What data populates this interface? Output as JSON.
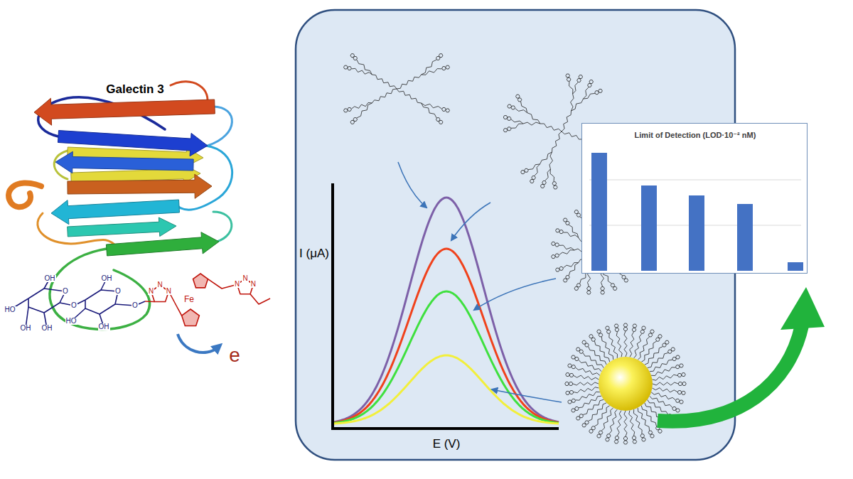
{
  "diagram": {
    "nodes": [
      {
        "text": [
          "I (μA)",
          "E (V)"
        ]
      },
      {
        "text": [
          "Limit of Detection (LOD·10⁻² nM)"
        ]
      }
    ],
    "labels": [
      "Galectin 3",
      "HO",
      "OH",
      "OH",
      "OH",
      "O",
      "O",
      "OH",
      "HO",
      "OH",
      "O",
      "O",
      "N",
      "N",
      "N",
      "Fe",
      "N",
      "N",
      "N",
      "e"
    ]
  }
}
